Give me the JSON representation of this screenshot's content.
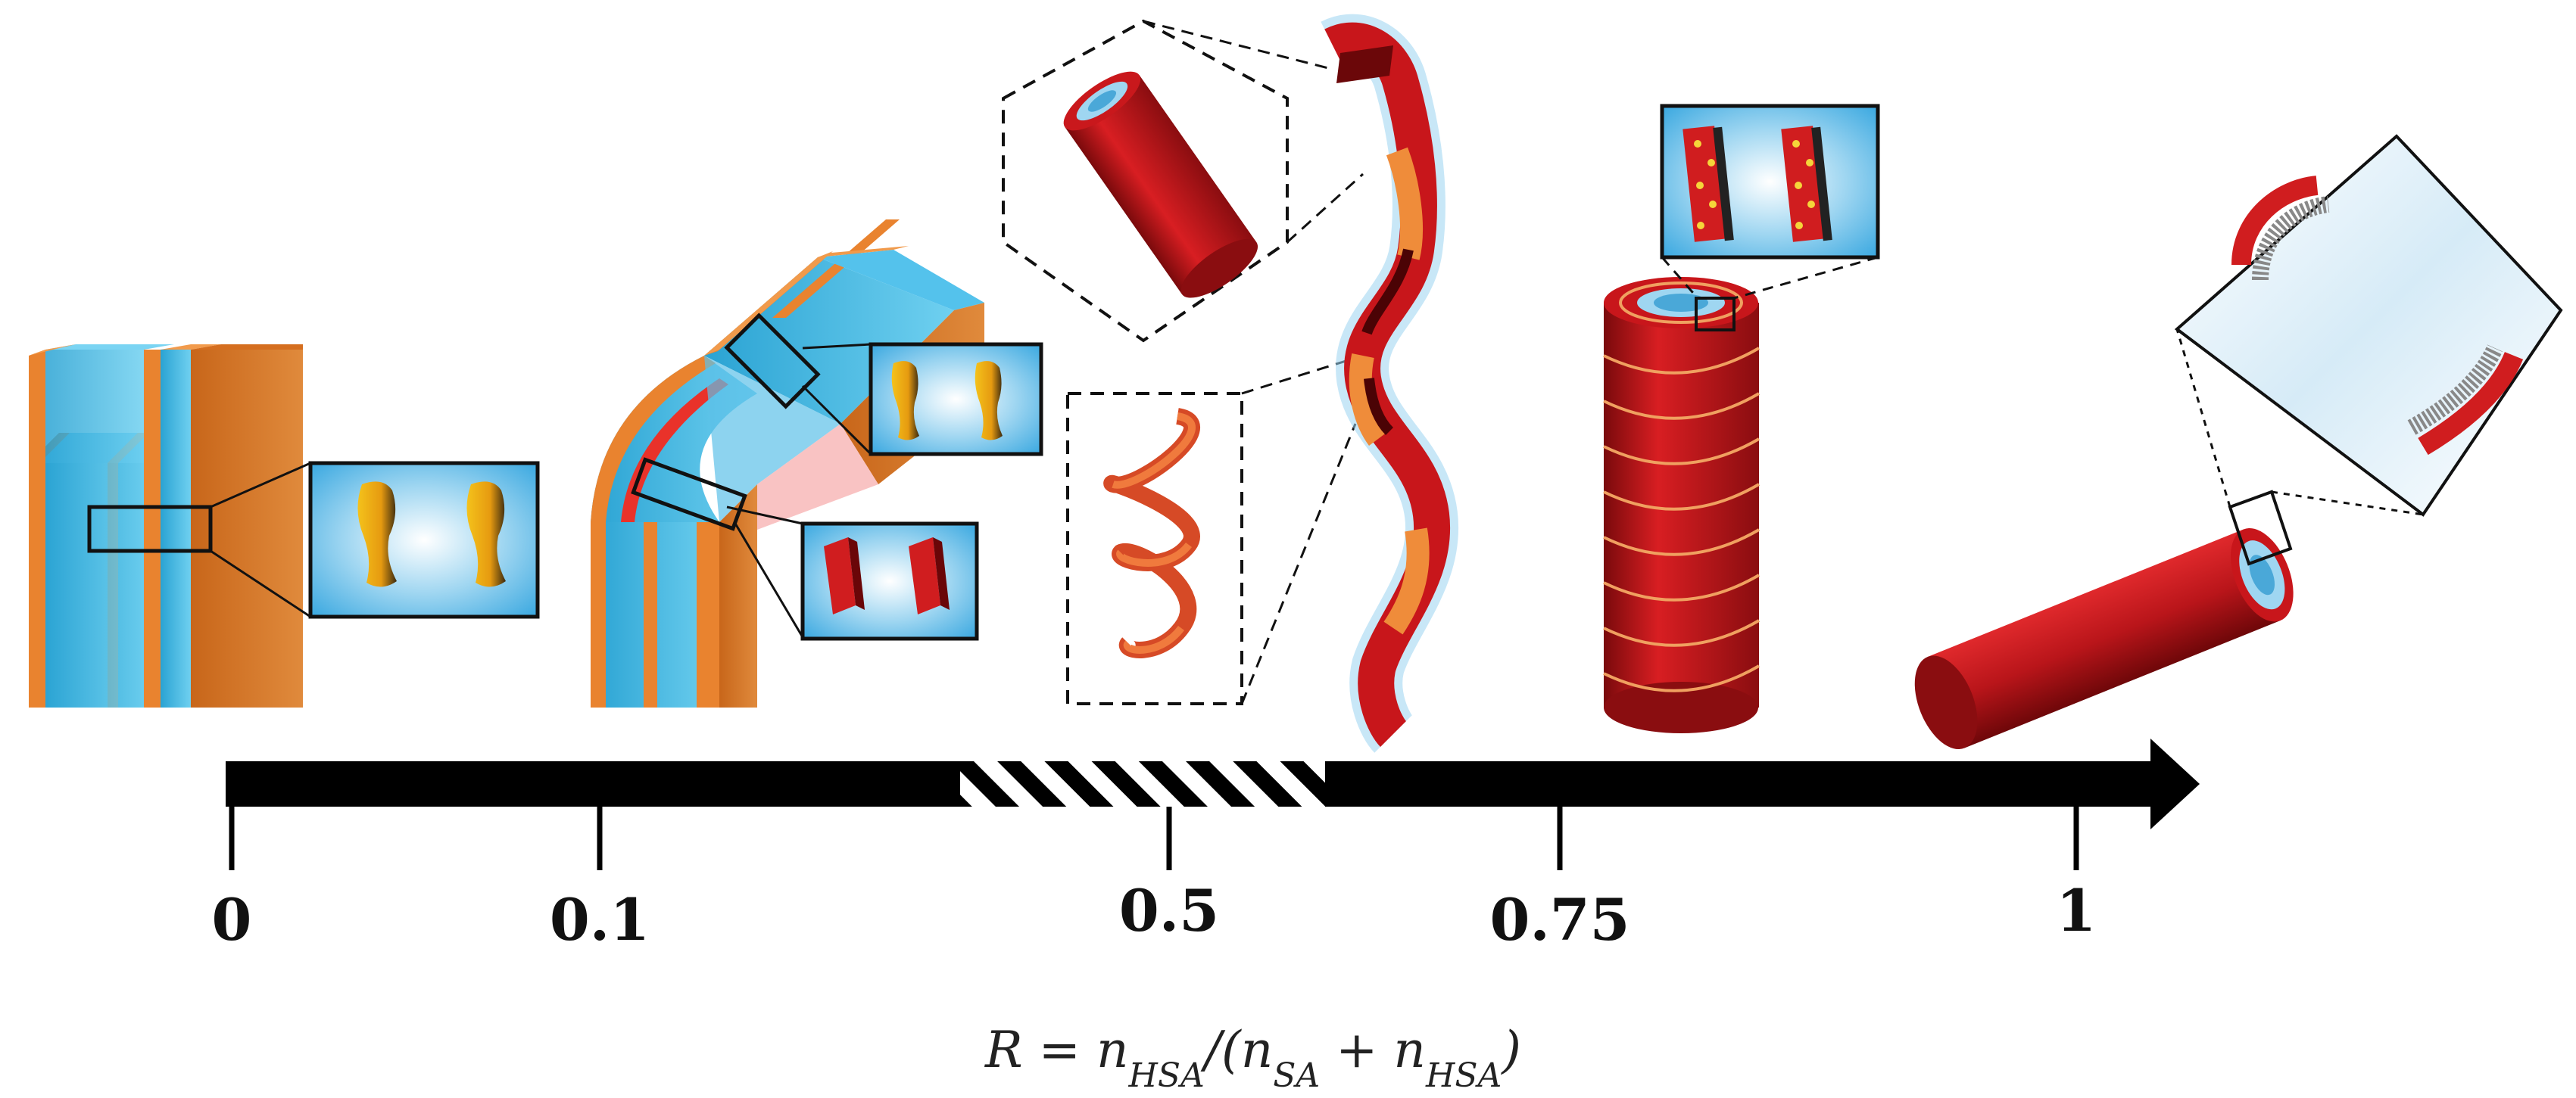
{
  "axis": {
    "ticks": [
      {
        "label": "0"
      },
      {
        "label": "0.1"
      },
      {
        "label": "0.5"
      },
      {
        "label": "0.75"
      },
      {
        "label": "1"
      }
    ],
    "formula_parts": [
      "R = n",
      "HSA",
      "/(n",
      "SA",
      " + n",
      "HSA",
      ")"
    ]
  },
  "colors": {
    "lamella_blue": "#3bb3dd",
    "lamella_orange": "#e9832f",
    "tube_red": "#c8161b",
    "inset_bg": "#bfe3f5",
    "axis": "#000000"
  },
  "icons": [
    "lamellar-stack",
    "bent-lamella",
    "helical-ribbon",
    "twisted-ribbon",
    "cylindrical-tube",
    "tilted-tube"
  ]
}
